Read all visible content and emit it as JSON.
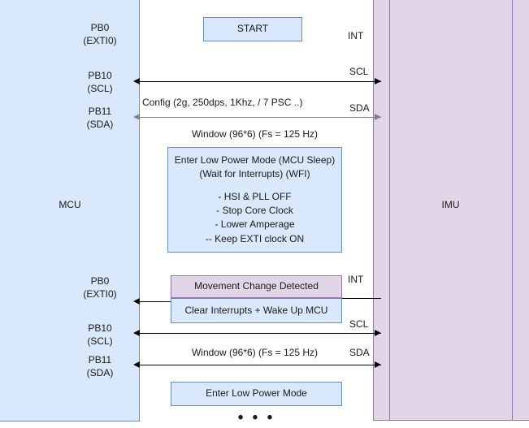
{
  "diagram": {
    "title": "MCU / IMU low power sequence diagram",
    "participants": {
      "left": {
        "name": "MCU",
        "fill": "#dae8fc",
        "stroke": "#6c8ebf"
      },
      "right": {
        "name": "IMU",
        "fill": "#e1d5e7",
        "stroke": "#9673a6"
      }
    },
    "pins": [
      {
        "line1": "PB0",
        "line2": "(EXTI0)"
      },
      {
        "line1": "PB10",
        "line2": "(SCL)"
      },
      {
        "line1": "PB11",
        "line2": "(SDA)"
      },
      {
        "line1": "PB0",
        "line2": "(EXTI0)"
      },
      {
        "line1": "PB10",
        "line2": "(SCL)"
      },
      {
        "line1": "PB11",
        "line2": "(SDA)"
      }
    ],
    "signals": [
      {
        "name": "INT"
      },
      {
        "name": "SCL"
      },
      {
        "name": "SDA"
      },
      {
        "name": "INT"
      },
      {
        "name": "SCL"
      },
      {
        "name": "SDA"
      }
    ],
    "boxes": {
      "start": "START",
      "low_power_mode": {
        "line1": "Enter Low Power Mode (MCU Sleep)",
        "line2": "(Wait for Interrupts) (WFI)",
        "bullet1": "- HSI & PLL OFF",
        "bullet2": "- Stop Core Clock",
        "bullet3": "- Lower Amperage",
        "bullet4": "-- Keep EXTI clock ON"
      },
      "movement_detected": "Movement Change Detected",
      "clear_interrupts": "Clear Interrupts + Wake Up MCU",
      "enter_low_power_mode": "Enter Low Power Mode"
    },
    "captions": {
      "config": "Config (2g, 250dps, 1Khz, / 7 PSC ..)",
      "window_top": "Window (96*6) (Fs = 125 Hz)",
      "window_bottom": "Window (96*6) (Fs = 125 Hz)"
    },
    "continuation": "• • •",
    "colors": {
      "blue_fill": "#dae8fc",
      "blue_stroke": "#6c8ebf",
      "purple_fill": "#e1d5e7",
      "purple_stroke": "#9673a6",
      "arrow_black": "#000000",
      "arrow_grey": "#808080"
    }
  }
}
